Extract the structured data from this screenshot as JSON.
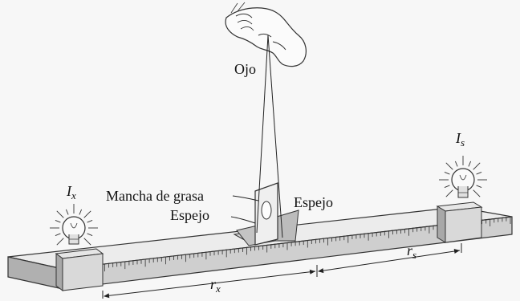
{
  "labels": {
    "ojo": "Ojo",
    "mancha_de_grasa": "Mancha de grasa",
    "espejo_left": "Espejo",
    "espejo_right": "Espejo"
  },
  "symbols": {
    "I_x": {
      "main": "I",
      "sub": "x"
    },
    "I_s": {
      "main": "I",
      "sub": "s"
    },
    "r_x": {
      "main": "r",
      "sub": "x"
    },
    "r_s": {
      "main": "r",
      "sub": "s"
    }
  },
  "colors": {
    "background": "#f7f7f7",
    "rail_top": "#eaeaea",
    "rail_front": "#c9c9c9",
    "rail_side": "#a9a9a9",
    "ink": "#222222"
  },
  "icons": [
    "eye-icon",
    "left-lightbulb-icon",
    "right-lightbulb-icon",
    "mirror-icon"
  ]
}
